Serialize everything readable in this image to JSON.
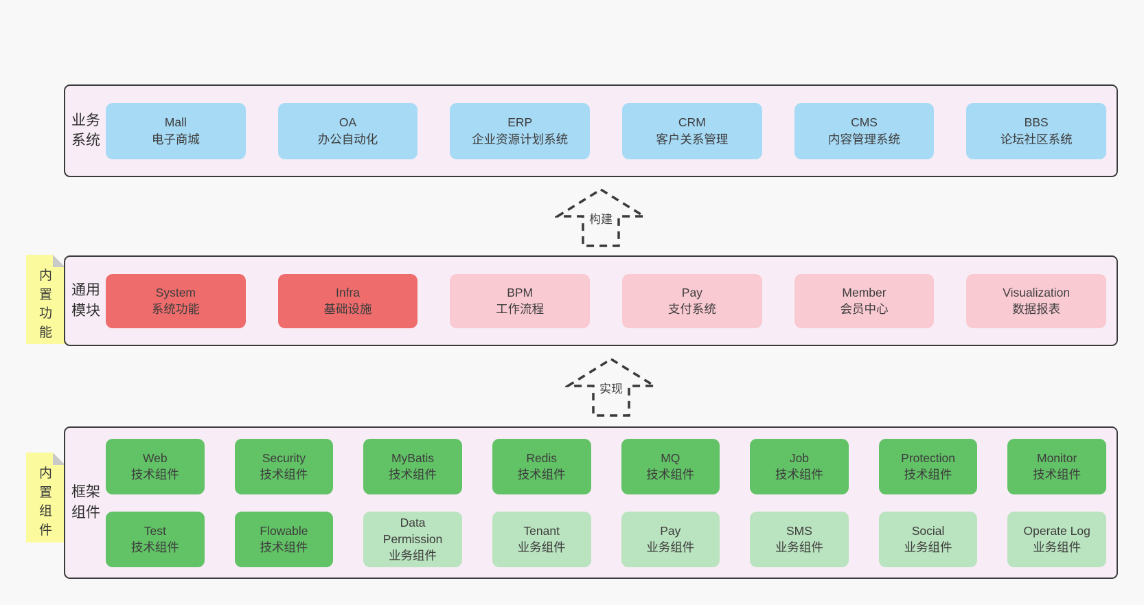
{
  "colors": {
    "page_bg": "#f8f8f8",
    "panel_bg": "#f8edf6",
    "panel_border": "#3a3a3a",
    "blue": "#a7daf5",
    "red": "#ef6c6c",
    "pink": "#facad3",
    "green": "#62c266",
    "light_green": "#bae3bf",
    "note_bg": "#fbfb9d",
    "note_fold": "#c9c9c9",
    "text": "#3d3d3d"
  },
  "arrows": [
    {
      "label": "构建"
    },
    {
      "label": "实现"
    }
  ],
  "layers": [
    {
      "label": "业务系统",
      "boxes": [
        {
          "title": "Mall",
          "subtitle": "电子商城"
        },
        {
          "title": "OA",
          "subtitle": "办公自动化"
        },
        {
          "title": "ERP",
          "subtitle": "企业资源计划系统"
        },
        {
          "title": "CRM",
          "subtitle": "客户关系管理"
        },
        {
          "title": "CMS",
          "subtitle": "内容管理系统"
        },
        {
          "title": "BBS",
          "subtitle": "论坛社区系统"
        }
      ]
    },
    {
      "label": "通用模块",
      "note": "内置功能",
      "boxes": [
        {
          "title": "System",
          "subtitle": "系统功能"
        },
        {
          "title": "Infra",
          "subtitle": "基础设施"
        },
        {
          "title": "BPM",
          "subtitle": "工作流程"
        },
        {
          "title": "Pay",
          "subtitle": "支付系统"
        },
        {
          "title": "Member",
          "subtitle": "会员中心"
        },
        {
          "title": "Visualization",
          "subtitle": "数据报表"
        }
      ]
    },
    {
      "label": "框架组件",
      "note": "内置组件",
      "rows": [
        {
          "boxes": [
            {
              "title": "Web",
              "subtitle": "技术组件"
            },
            {
              "title": "Security",
              "subtitle": "技术组件"
            },
            {
              "title": "MyBatis",
              "subtitle": "技术组件"
            },
            {
              "title": "Redis",
              "subtitle": "技术组件"
            },
            {
              "title": "MQ",
              "subtitle": "技术组件"
            },
            {
              "title": "Job",
              "subtitle": "技术组件"
            },
            {
              "title": "Protection",
              "subtitle": "技术组件"
            },
            {
              "title": "Monitor",
              "subtitle": "技术组件"
            }
          ]
        },
        {
          "boxes": [
            {
              "title": "Test",
              "subtitle": "技术组件"
            },
            {
              "title": "Flowable",
              "subtitle": "技术组件"
            },
            {
              "title": "Data Permission",
              "subtitle": "业务组件"
            },
            {
              "title": "Tenant",
              "subtitle": "业务组件"
            },
            {
              "title": "Pay",
              "subtitle": "业务组件"
            },
            {
              "title": "SMS",
              "subtitle": "业务组件"
            },
            {
              "title": "Social",
              "subtitle": "业务组件"
            },
            {
              "title": "Operate Log",
              "subtitle": "业务组件"
            }
          ]
        }
      ]
    }
  ]
}
